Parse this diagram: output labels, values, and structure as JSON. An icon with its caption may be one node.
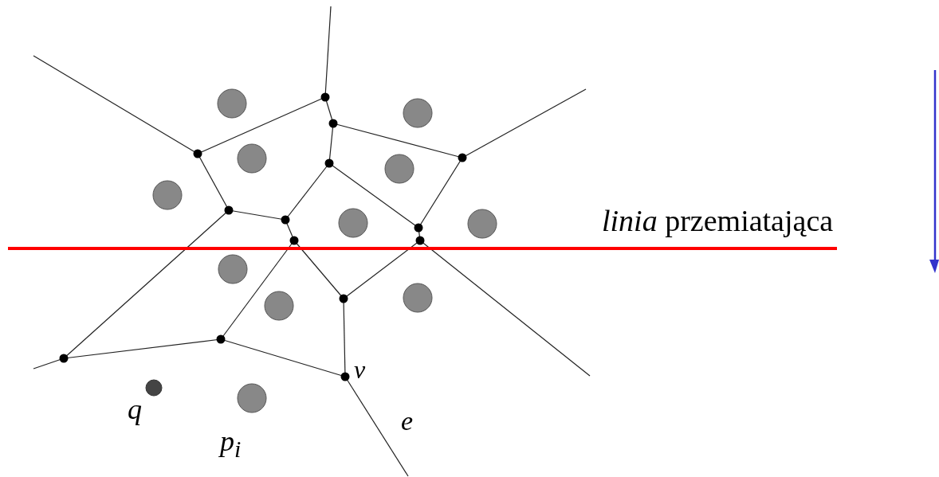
{
  "diagram": {
    "labels": [
      "*linia* przemiatająca",
      "v",
      "q",
      "e",
      "p$_{i}$"
    ]
  }
}
